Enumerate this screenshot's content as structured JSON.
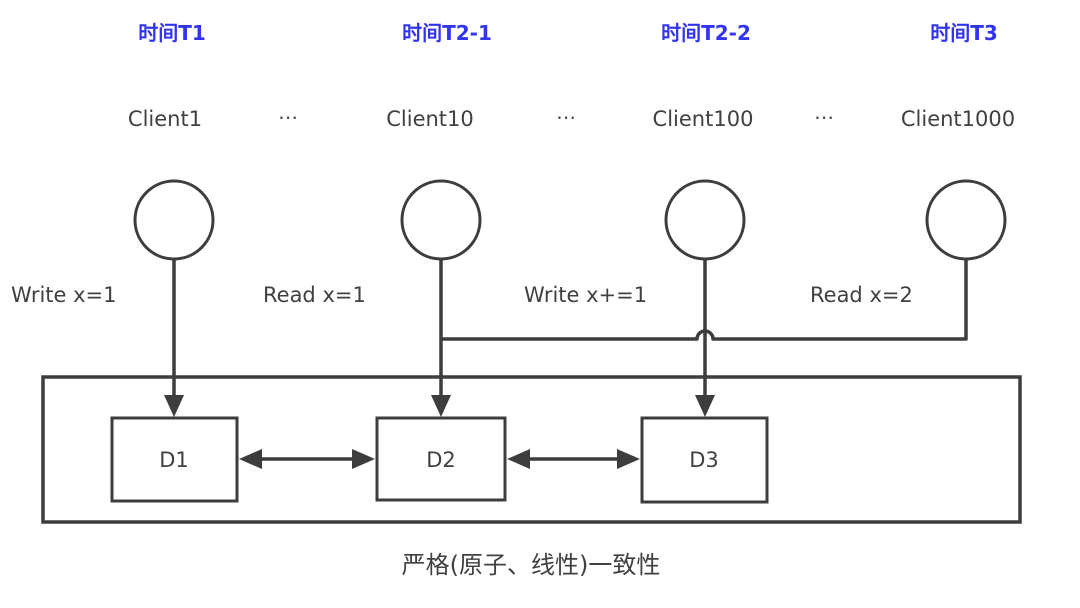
{
  "diagram": {
    "caption": "严格(原子、线性)一致性",
    "ellipsis": "⋯",
    "columns": [
      {
        "time": "时间T1",
        "client": "Client1",
        "operation": "Write x=1",
        "target": "D1"
      },
      {
        "time": "时间T2-1",
        "client": "Client10",
        "operation": "Read x=1",
        "target": "D2"
      },
      {
        "time": "时间T2-2",
        "client": "Client100",
        "operation": "Write x+=1",
        "target": "D3"
      },
      {
        "time": "时间T3",
        "client": "Client1000",
        "operation": "Read x=2",
        "target": "D2"
      }
    ],
    "nodes": [
      {
        "label": "D1"
      },
      {
        "label": "D2"
      },
      {
        "label": "D3"
      }
    ],
    "links": [
      {
        "from": "D1",
        "to": "D2",
        "type": "bidirectional"
      },
      {
        "from": "D2",
        "to": "D3",
        "type": "bidirectional"
      }
    ],
    "colors": {
      "accent": "#3333f2",
      "line": "#3d3d3d",
      "text": "#404040",
      "background": "#ffffff"
    }
  }
}
